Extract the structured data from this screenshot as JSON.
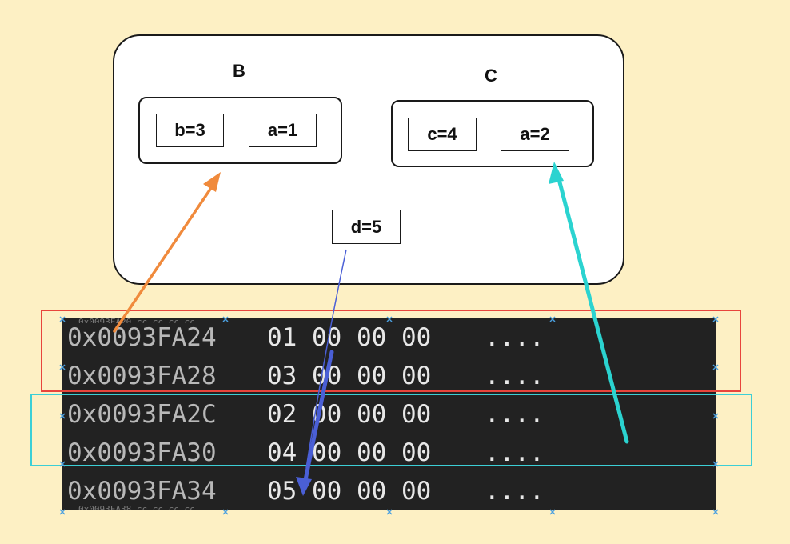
{
  "groups": {
    "B": {
      "title": "B",
      "cells": [
        "b=3",
        "a=1"
      ]
    },
    "C": {
      "title": "C",
      "cells": [
        "c=4",
        "a=2"
      ]
    }
  },
  "standalone_cell": "d=5",
  "memory": {
    "rows": [
      {
        "address": "0x0093FA24",
        "bytes": "01 00 00 00",
        "ascii": "...."
      },
      {
        "address": "0x0093FA28",
        "bytes": "03 00 00 00",
        "ascii": "...."
      },
      {
        "address": "0x0093FA2C",
        "bytes": "02 00 00 00",
        "ascii": "...."
      },
      {
        "address": "0x0093FA30",
        "bytes": "04 00 00 00",
        "ascii": "...."
      },
      {
        "address": "0x0093FA34",
        "bytes": "05 00 00 00",
        "ascii": "...."
      }
    ]
  },
  "colors": {
    "background": "#fdf0c4",
    "highlight_B": "#e8453c",
    "highlight_C": "#3ccfd6",
    "arrow_B": "#f08a3c",
    "arrow_C": "#2bd3d0",
    "arrow_d": "#4a5fd6",
    "memory_bg": "#222222"
  }
}
